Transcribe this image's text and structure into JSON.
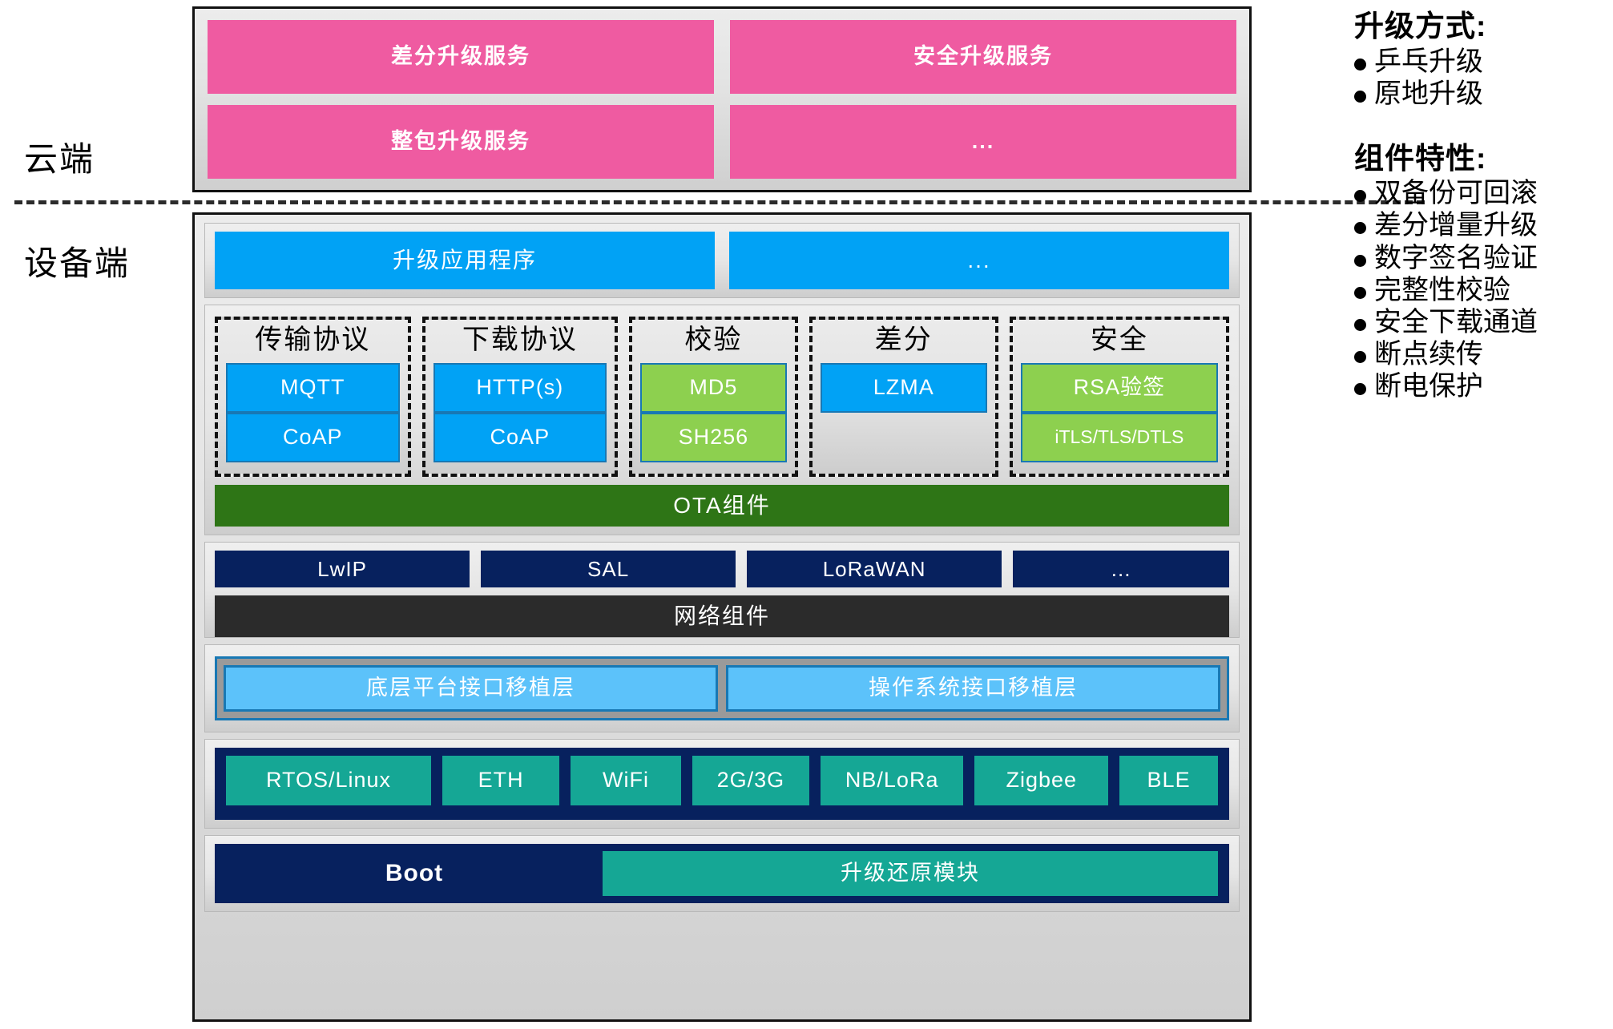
{
  "side_labels": {
    "cloud": "云端",
    "device": "设备端"
  },
  "cloud": {
    "services": [
      "差分升级服务",
      "安全升级服务",
      "整包升级服务",
      "..."
    ]
  },
  "device": {
    "app_layer": [
      "升级应用程序",
      "..."
    ],
    "groups": [
      {
        "title": "传输协议",
        "items": [
          {
            "label": "MQTT",
            "color": "blue"
          },
          {
            "label": "CoAP",
            "color": "blue"
          }
        ]
      },
      {
        "title": "下载协议",
        "items": [
          {
            "label": "HTTP(s)",
            "color": "blue"
          },
          {
            "label": "CoAP",
            "color": "blue"
          }
        ]
      },
      {
        "title": "校验",
        "items": [
          {
            "label": "MD5",
            "color": "green"
          },
          {
            "label": "SH256",
            "color": "green"
          }
        ]
      },
      {
        "title": "差分",
        "items": [
          {
            "label": "LZMA",
            "color": "blue"
          }
        ]
      },
      {
        "title": "安全",
        "items": [
          {
            "label": "RSA验签",
            "color": "green"
          },
          {
            "label": "iTLS/TLS/DTLS",
            "color": "green"
          }
        ]
      }
    ],
    "ota_band": "OTA组件",
    "network_blocks": [
      "LwIP",
      "SAL",
      "LoRaWAN",
      "..."
    ],
    "network_band": "网络组件",
    "porting_layers": [
      "底层平台接口移植层",
      "操作系统接口移植层"
    ],
    "hardware_blocks": [
      "RTOS/Linux",
      "ETH",
      "WiFi",
      "2G/3G",
      "NB/LoRa",
      "Zigbee",
      "BLE"
    ],
    "boot": {
      "label": "Boot",
      "module": "升级还原模块"
    }
  },
  "notes": {
    "upgrade_mode": {
      "heading": "升级方式:",
      "items": [
        "乒乓升级",
        "原地升级"
      ]
    },
    "component_features": {
      "heading": "组件特性:",
      "items": [
        "双备份可回滚",
        "差分增量升级",
        "数字签名验证",
        "完整性校验",
        "安全下载通道",
        "断点续传",
        "断电保护"
      ]
    }
  },
  "colors": {
    "pink": "#ef5ba1",
    "blue": "#01a2f5",
    "light_green": "#8dd04f",
    "dark_green": "#2e7516",
    "navy": "#07215e",
    "teal": "#15a795",
    "light_blue": "#5cc2fa",
    "dark_gray": "#2b2b2b"
  }
}
